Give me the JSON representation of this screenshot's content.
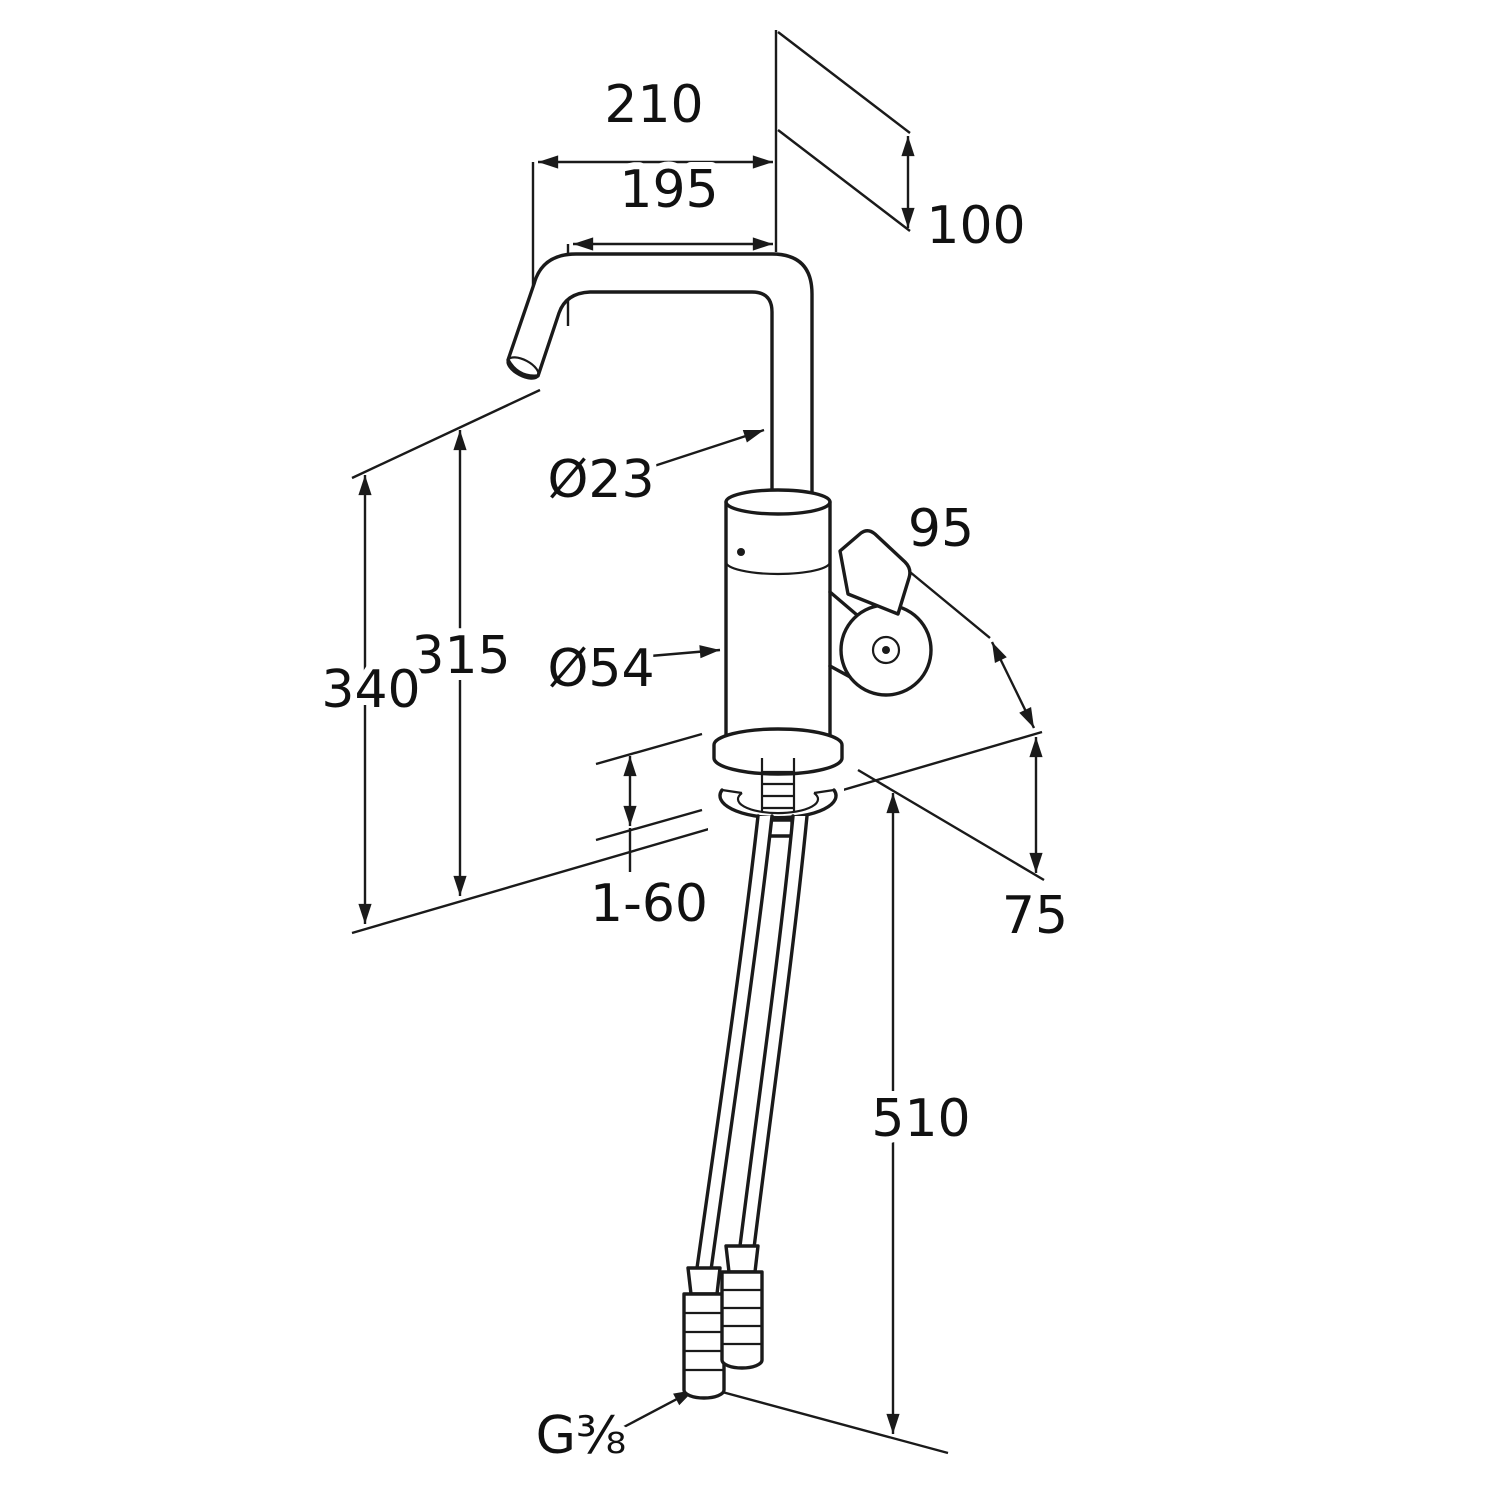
{
  "drawing": {
    "type": "technical-dimension-drawing",
    "subject": "single-lever kitchen sink mixer tap with swivel L-spout and flexible supply hoses",
    "labels": {
      "d210": "210",
      "d195": "195",
      "d100": "100",
      "dia23": "Ø23",
      "d95": "95",
      "d315": "315",
      "d340": "340",
      "dia54": "Ø54",
      "clamp": "1-60",
      "d75": "75",
      "d510": "510",
      "thread": "G⅜"
    },
    "colors": {
      "line": "#1a1a1a",
      "background": "#ffffff"
    }
  }
}
